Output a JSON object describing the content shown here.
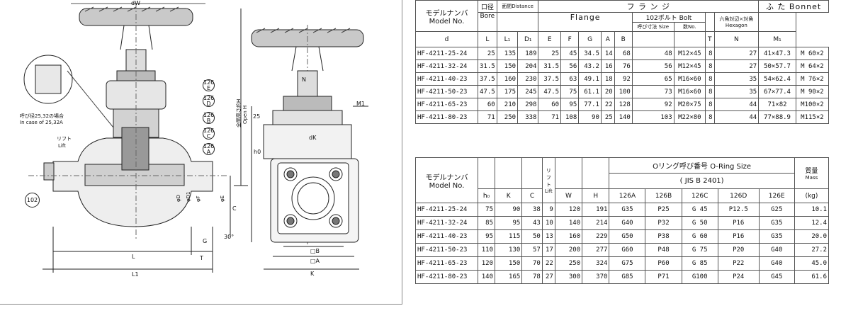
{
  "drawing": {
    "dim_dW": "dW",
    "dim_dK": "dK",
    "dim_N": "N",
    "dim_M1": "M1",
    "dim_25": "25",
    "dim_h0": "h0",
    "dim_C": "C",
    "dim_G": "G",
    "dim_T": "T",
    "dim_L": "L",
    "dim_L1": "L1",
    "dim_B": "□B",
    "dim_A": "□A",
    "dim_K": "K",
    "dim_30": "30°",
    "dim_dD": "φD",
    "dim_dD1": "φD1",
    "dim_dF": "φF",
    "dim_dE": "φE",
    "open_h_jp": "全開高さ約H",
    "open_h_en": "Open H",
    "note_jp": "呼び径25,32の場合",
    "note_en": "In case of 25,32A",
    "lift_jp": "リフト",
    "lift_en": "Lift",
    "bubbles": [
      "126 E",
      "126 D",
      "126 B",
      "126 C",
      "126 A"
    ],
    "bubble_102": "102"
  },
  "table1": {
    "h_model_jp": "モデルナンバ",
    "h_model_en": "Model No.",
    "h_bore_jp": "口径",
    "h_bore_en": "Bore",
    "h_dist": "面間Distance",
    "h_flange_jp": "フ ラ ン ジ",
    "h_flange_en": "Flange",
    "h_bonnet_jp": "ふ た",
    "h_bonnet_en": "Bonnet",
    "h_bolt": "102ボルト Bolt",
    "h_bolt_size": "呼び寸法 Size",
    "h_bolt_no": "数No.",
    "h_hex_jp": "六角対辺×対角",
    "h_hex_en": "Hexagon",
    "cols": [
      "d",
      "L",
      "L₁",
      "D₁",
      "E",
      "F",
      "G",
      "A",
      "B",
      "T",
      "N",
      "M₁"
    ],
    "rows": [
      [
        "HF-4211-25-24",
        "25",
        "135",
        "189",
        "25",
        "45",
        "34.5",
        "14",
        "68",
        "48",
        "M12×45",
        "8",
        "27",
        "41×47.3",
        "M 60×2"
      ],
      [
        "HF-4211-32-24",
        "31.5",
        "150",
        "204",
        "31.5",
        "56",
        "43.2",
        "16",
        "76",
        "56",
        "M12×45",
        "8",
        "27",
        "50×57.7",
        "M 64×2"
      ],
      [
        "HF-4211-40-23",
        "37.5",
        "160",
        "230",
        "37.5",
        "63",
        "49.1",
        "18",
        "92",
        "65",
        "M16×60",
        "8",
        "35",
        "54×62.4",
        "M 76×2"
      ],
      [
        "HF-4211-50-23",
        "47.5",
        "175",
        "245",
        "47.5",
        "75",
        "61.1",
        "20",
        "100",
        "73",
        "M16×60",
        "8",
        "35",
        "67×77.4",
        "M 90×2"
      ],
      [
        "HF-4211-65-23",
        "60",
        "210",
        "298",
        "60",
        "95",
        "77.1",
        "22",
        "128",
        "92",
        "M20×75",
        "8",
        "44",
        "71×82",
        "M100×2"
      ],
      [
        "HF-4211-80-23",
        "71",
        "250",
        "338",
        "71",
        "108",
        "90",
        "25",
        "140",
        "103",
        "M22×80",
        "8",
        "44",
        "77×88.9",
        "M115×2"
      ]
    ]
  },
  "table2": {
    "h_model_jp": "モデルナンバ",
    "h_model_en": "Model No.",
    "h_lift_jp": "リフト",
    "h_lift_en": "Lift",
    "h_oring": "Oリング呼び番号 O-Ring Size",
    "h_jis": "( JIS B 2401)",
    "h_mass_jp": "質量",
    "h_mass_en": "Mass",
    "cols": [
      "h₀",
      "K",
      "C",
      "W",
      "H",
      "126A",
      "126B",
      "126C",
      "126D",
      "126E",
      "(kg)"
    ],
    "rows": [
      [
        "HF-4211-25-24",
        "75",
        "90",
        "38",
        "9",
        "120",
        "191",
        "G35",
        "P25",
        "G 45",
        "P12.5",
        "G25",
        "10.1"
      ],
      [
        "HF-4211-32-24",
        "85",
        "95",
        "43",
        "10",
        "140",
        "214",
        "G40",
        "P32",
        "G 50",
        "P16",
        "G35",
        "12.4"
      ],
      [
        "HF-4211-40-23",
        "95",
        "115",
        "50",
        "13",
        "160",
        "229",
        "G50",
        "P38",
        "G 60",
        "P16",
        "G35",
        "20.0"
      ],
      [
        "HF-4211-50-23",
        "110",
        "130",
        "57",
        "17",
        "200",
        "277",
        "G60",
        "P48",
        "G 75",
        "P20",
        "G40",
        "27.2"
      ],
      [
        "HF-4211-65-23",
        "120",
        "150",
        "70",
        "22",
        "250",
        "324",
        "G75",
        "P60",
        "G 85",
        "P22",
        "G40",
        "45.0"
      ],
      [
        "HF-4211-80-23",
        "140",
        "165",
        "78",
        "27",
        "300",
        "370",
        "G85",
        "P71",
        "G100",
        "P24",
        "G45",
        "61.6"
      ]
    ]
  }
}
